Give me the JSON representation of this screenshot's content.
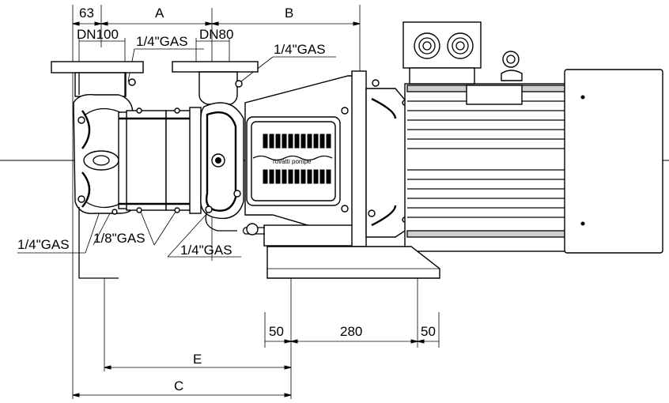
{
  "title": "",
  "dimensions": {
    "d63": "63",
    "a": "A",
    "b": "B",
    "dn100": "DN100",
    "dn80": "DN80",
    "e": "E",
    "c": "C",
    "d50_left": "50",
    "d280": "280",
    "d50_right": "50"
  },
  "annotations": {
    "gas_top_left": "1/4\"GAS",
    "gas_top_right": "1/4\"GAS",
    "gas_left": "1/4\"GAS",
    "gas_eighth": "1/8\"GAS",
    "gas_bottom": "1/4\"GAS"
  },
  "branding": {
    "cover_text": "rovatti pompe"
  }
}
